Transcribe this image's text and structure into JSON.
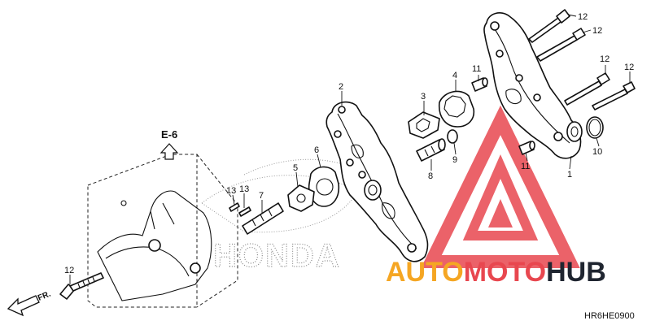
{
  "diagram": {
    "callouts": {
      "c1": "1",
      "c2": "2",
      "c3": "3",
      "c4": "4",
      "c5": "5",
      "c6": "6",
      "c7": "7",
      "c8": "8",
      "c9": "9",
      "c10": "10",
      "c11a": "11",
      "c11b": "11",
      "c12a": "12",
      "c12b": "12",
      "c12c": "12",
      "c12d": "12",
      "c12e": "12",
      "c13a": "13",
      "c13b": "13"
    },
    "section_ref": "E-6",
    "direction_label": "FR.",
    "watermark_text": "HONDA",
    "diagram_code": "HR6HE0900"
  },
  "logo": {
    "part1": "AUTO",
    "part2": "MOTO",
    "part3": "HUB",
    "colors": {
      "red": "#e8474f",
      "orange": "#f5a623",
      "dark": "#1f2530"
    }
  }
}
